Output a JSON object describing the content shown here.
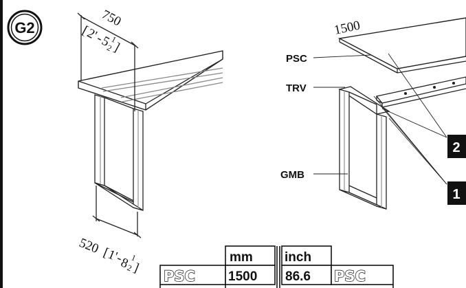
{
  "figure_id": "G2",
  "left_assembly": {
    "depth_dimension": {
      "mm": "750",
      "feet": "2'",
      "inches": "5",
      "fraction_num": "1",
      "fraction_den": "2"
    },
    "leg_dimension": {
      "mm": "520",
      "feet": "1'",
      "inches": "8",
      "fraction_num": "1",
      "fraction_den": "2"
    }
  },
  "right_assembly": {
    "width_dimension": "1500",
    "parts": [
      "PSC",
      "TRV",
      "GMB"
    ],
    "callouts": [
      "2",
      "1"
    ]
  },
  "spec_table": {
    "headers": [
      "mm",
      "inch"
    ],
    "rows": [
      {
        "code": "PSC",
        "mm": "1500",
        "inch": "86.6",
        "code_right": "PSC"
      }
    ]
  }
}
